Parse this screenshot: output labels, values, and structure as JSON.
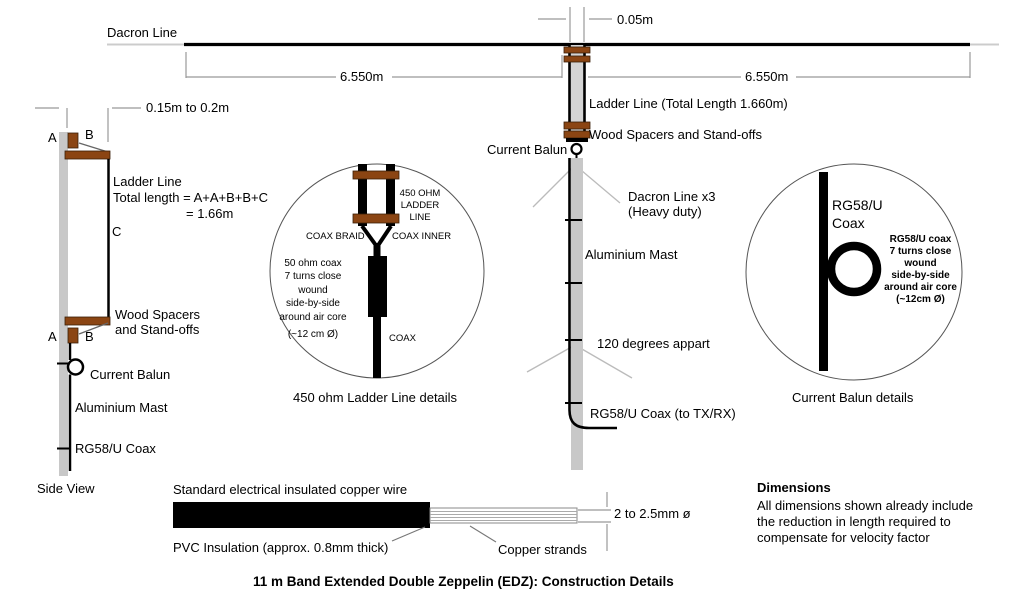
{
  "page_title": "11 m Band Extended Double Zeppelin (EDZ): Construction Details",
  "colors": {
    "wood_brown": "#8B4513",
    "mast_gray": "#c8c8c8",
    "wire_black": "#000000",
    "dacron_gray": "#cccccc",
    "dimension_gray": "#999999"
  },
  "antenna_top": {
    "dacron_line": "Dacron Line",
    "wire_gap_dim": "0.05m",
    "left_span_dim": "6.550m",
    "right_span_dim": "6.550m",
    "ladder_line": "Ladder Line (Total Length 1.660m)",
    "wood_spacers": "Wood Spacers and Stand-offs",
    "current_balun": "Current Balun"
  },
  "side_view": {
    "offset_dim": "0.15m to 0.2m",
    "label_a_top": "A",
    "label_b_top": "B",
    "ladder_line_1": "Ladder Line",
    "ladder_line_2": "Total length = A+A+B+B+C",
    "ladder_line_3": "= 1.66m",
    "label_c": "C",
    "wood_spacers": "Wood Spacers\nand Stand-offs",
    "label_a_bottom": "A",
    "label_b_bottom": "B",
    "current_balun": "Current Balun",
    "aluminium_mast": "Aluminium Mast",
    "coax": "RG58/U Coax",
    "caption": "Side View"
  },
  "ladder_detail": {
    "ladder_label": "450 OHM\nLADDER\nLINE",
    "coax_braid": "COAX BRAID",
    "coax_inner": "COAX INNER",
    "coil_note": "50 ohm coax\n7 turns close\nwound\nside-by-side\naround air core",
    "coil_note_dia": "(~12 cm Ø)",
    "coax": "COAX",
    "caption": "450 ohm Ladder Line details"
  },
  "center_mast": {
    "dacron_x3": "Dacron Line x3\n(Heavy duty)",
    "aluminium_mast": "Aluminium Mast",
    "spread": "120 degrees appart",
    "coax": "RG58/U Coax (to TX/RX)"
  },
  "balun_detail": {
    "coax_label": "RG58/U\nCoax",
    "winding_note": "RG58/U coax\n7 turns close\nwound\nside-by-side\naround air core\n(~12cm Ø)",
    "caption": "Current Balun details"
  },
  "wire_detail": {
    "heading": "Standard electrical insulated copper wire",
    "pvc": "PVC Insulation (approx. 0.8mm thick)",
    "strands": "Copper strands",
    "diameter_dim": "2 to 2.5mm ø"
  },
  "dimensions_note": {
    "heading": "Dimensions",
    "body": "All dimensions shown already include\nthe reduction in length required to\ncompensate for velocity factor"
  }
}
